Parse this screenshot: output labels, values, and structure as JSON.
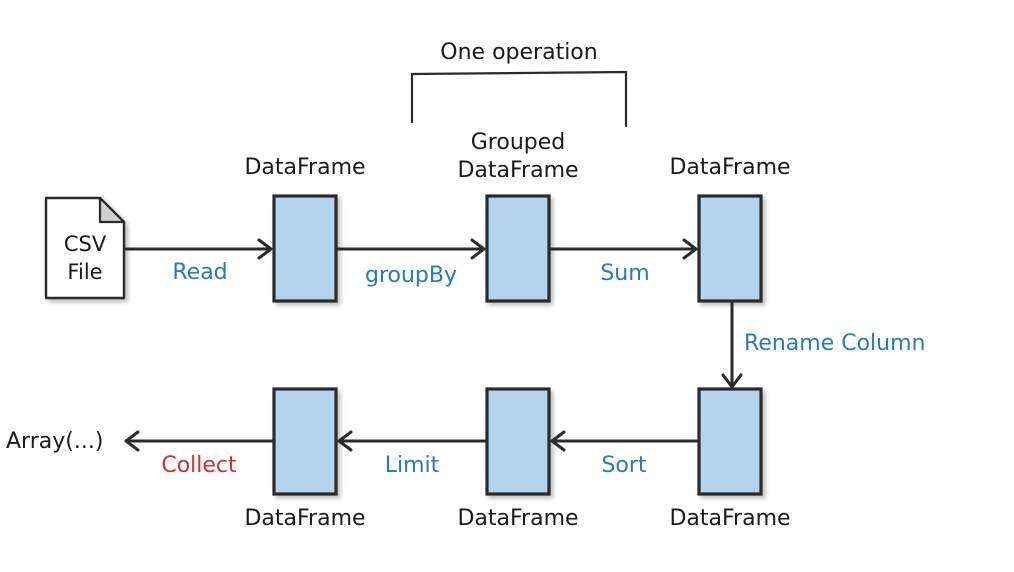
{
  "title": "One operation",
  "csv": {
    "line1": "CSV",
    "line2": "File"
  },
  "nodes": {
    "top1": "DataFrame",
    "top2_line1": "Grouped",
    "top2_line2": "DataFrame",
    "top3": "DataFrame",
    "bot1": "DataFrame",
    "bot2": "DataFrame",
    "bot3": "DataFrame"
  },
  "operations": {
    "read": "Read",
    "groupby": "groupBy",
    "sum": "Sum",
    "rename": "Rename Column",
    "sort": "Sort",
    "limit": "Limit",
    "collect": "Collect"
  },
  "output": "Array(...)",
  "colors": {
    "box_fill": "#b3d4ec",
    "stroke": "#2b2b2b",
    "operation_text": "#2a7ab8",
    "action_text": "#c8323a",
    "file_fill": "#ffffff",
    "file_fold": "#d0d0d0"
  }
}
